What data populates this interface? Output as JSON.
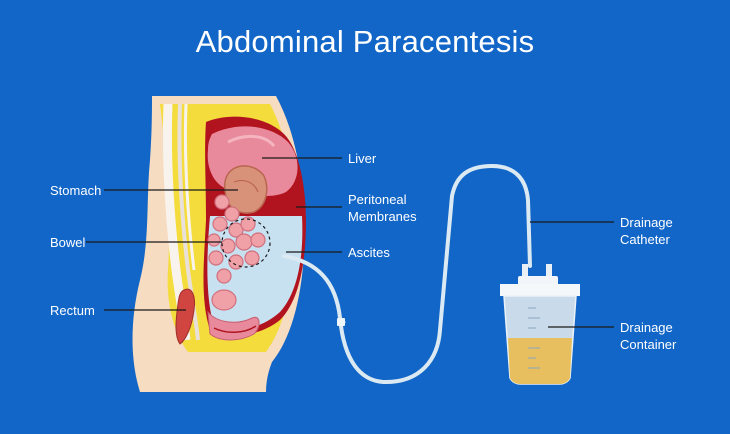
{
  "title": "Abdominal Paracentesis",
  "labels": {
    "liver": "Liver",
    "stomach": "Stomach",
    "peritoneal_line1": "Peritoneal",
    "peritoneal_line2": "Membranes",
    "bowel": "Bowel",
    "ascites": "Ascites",
    "rectum": "Rectum",
    "catheter_line1": "Drainage",
    "catheter_line2": "Catheter",
    "container_line1": "Drainage",
    "container_line2": "Container"
  },
  "colors": {
    "background": "#1266c7",
    "skin": "#f6dcc0",
    "fat": "#f3dc3c",
    "liver": "#e98a9c",
    "peritoneum": "#b1141f",
    "ascites": "#c8e1f1",
    "bowel": "#f0a1a8",
    "stomach": "#d9927a",
    "drain_fluid": "#e7bf5e",
    "tube": "#dbe9f3"
  }
}
